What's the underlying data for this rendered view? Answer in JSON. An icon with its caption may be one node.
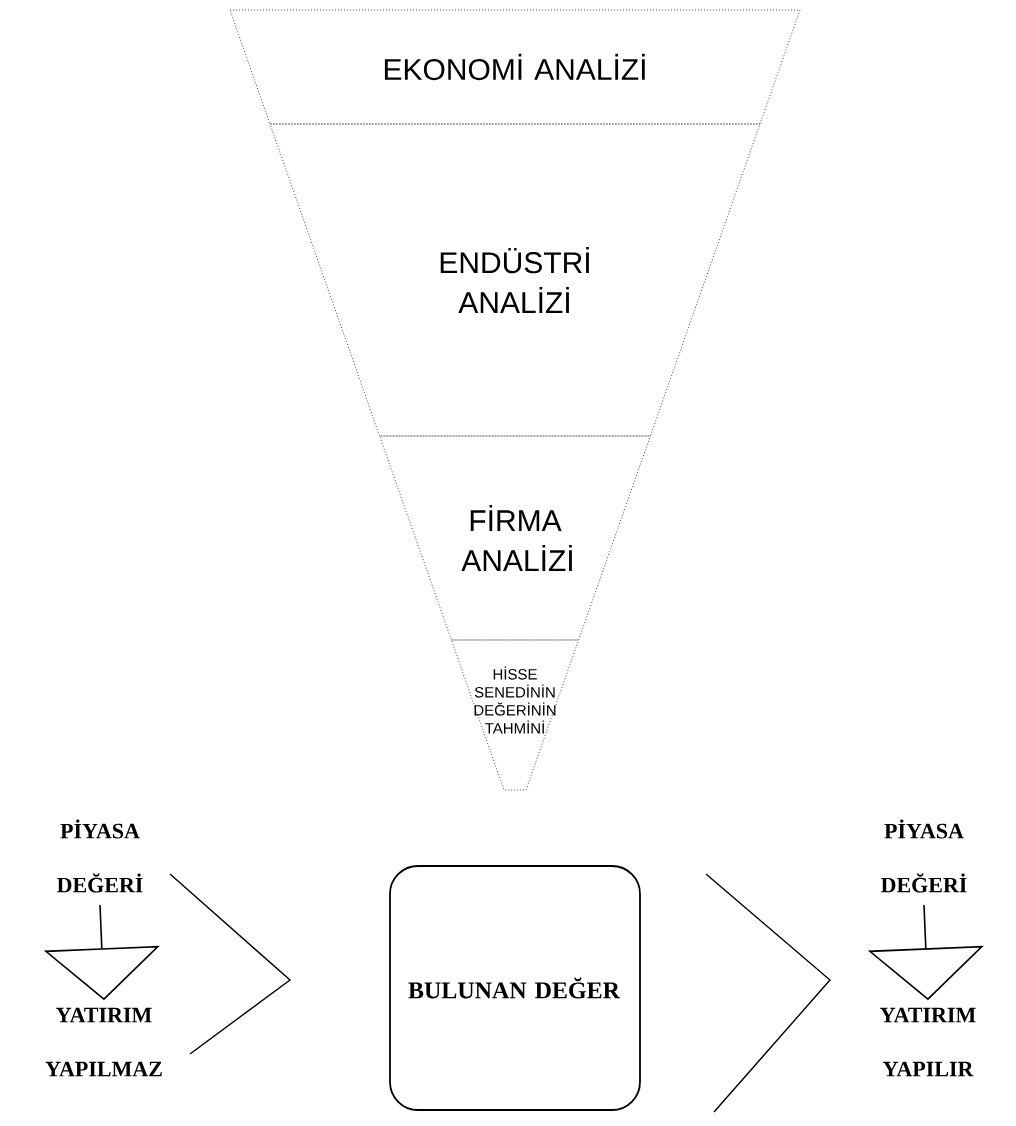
{
  "diagram": {
    "nodes": [
      {
        "text": [
          "EKONOMİ ANALİZİ"
        ]
      },
      {
        "text": [
          "ENDÜSTRİ ANALİZİ"
        ]
      },
      {
        "text": [
          "FİRMA ANALİZİ"
        ]
      },
      {
        "text": [
          "HİSSE SENEDİNİN DEĞERİNİN TAHMİNİ"
        ]
      },
      {
        "text": [
          "PİYASA DEĞERİ"
        ]
      },
      {
        "text": [
          "YATIRIM YAPILMAZ"
        ]
      },
      {
        "text": [
          "BULUNAN DEĞER"
        ]
      },
      {
        "text": [
          "PİYASA DEĞERİ"
        ]
      },
      {
        "text": [
          "YATIRIM YAPILIR"
        ]
      }
    ],
    "edges": [
      {
        "from": 4,
        "to": 5,
        "arrow": "to"
      },
      {
        "from": 7,
        "to": 8,
        "arrow": "to"
      }
    ]
  }
}
